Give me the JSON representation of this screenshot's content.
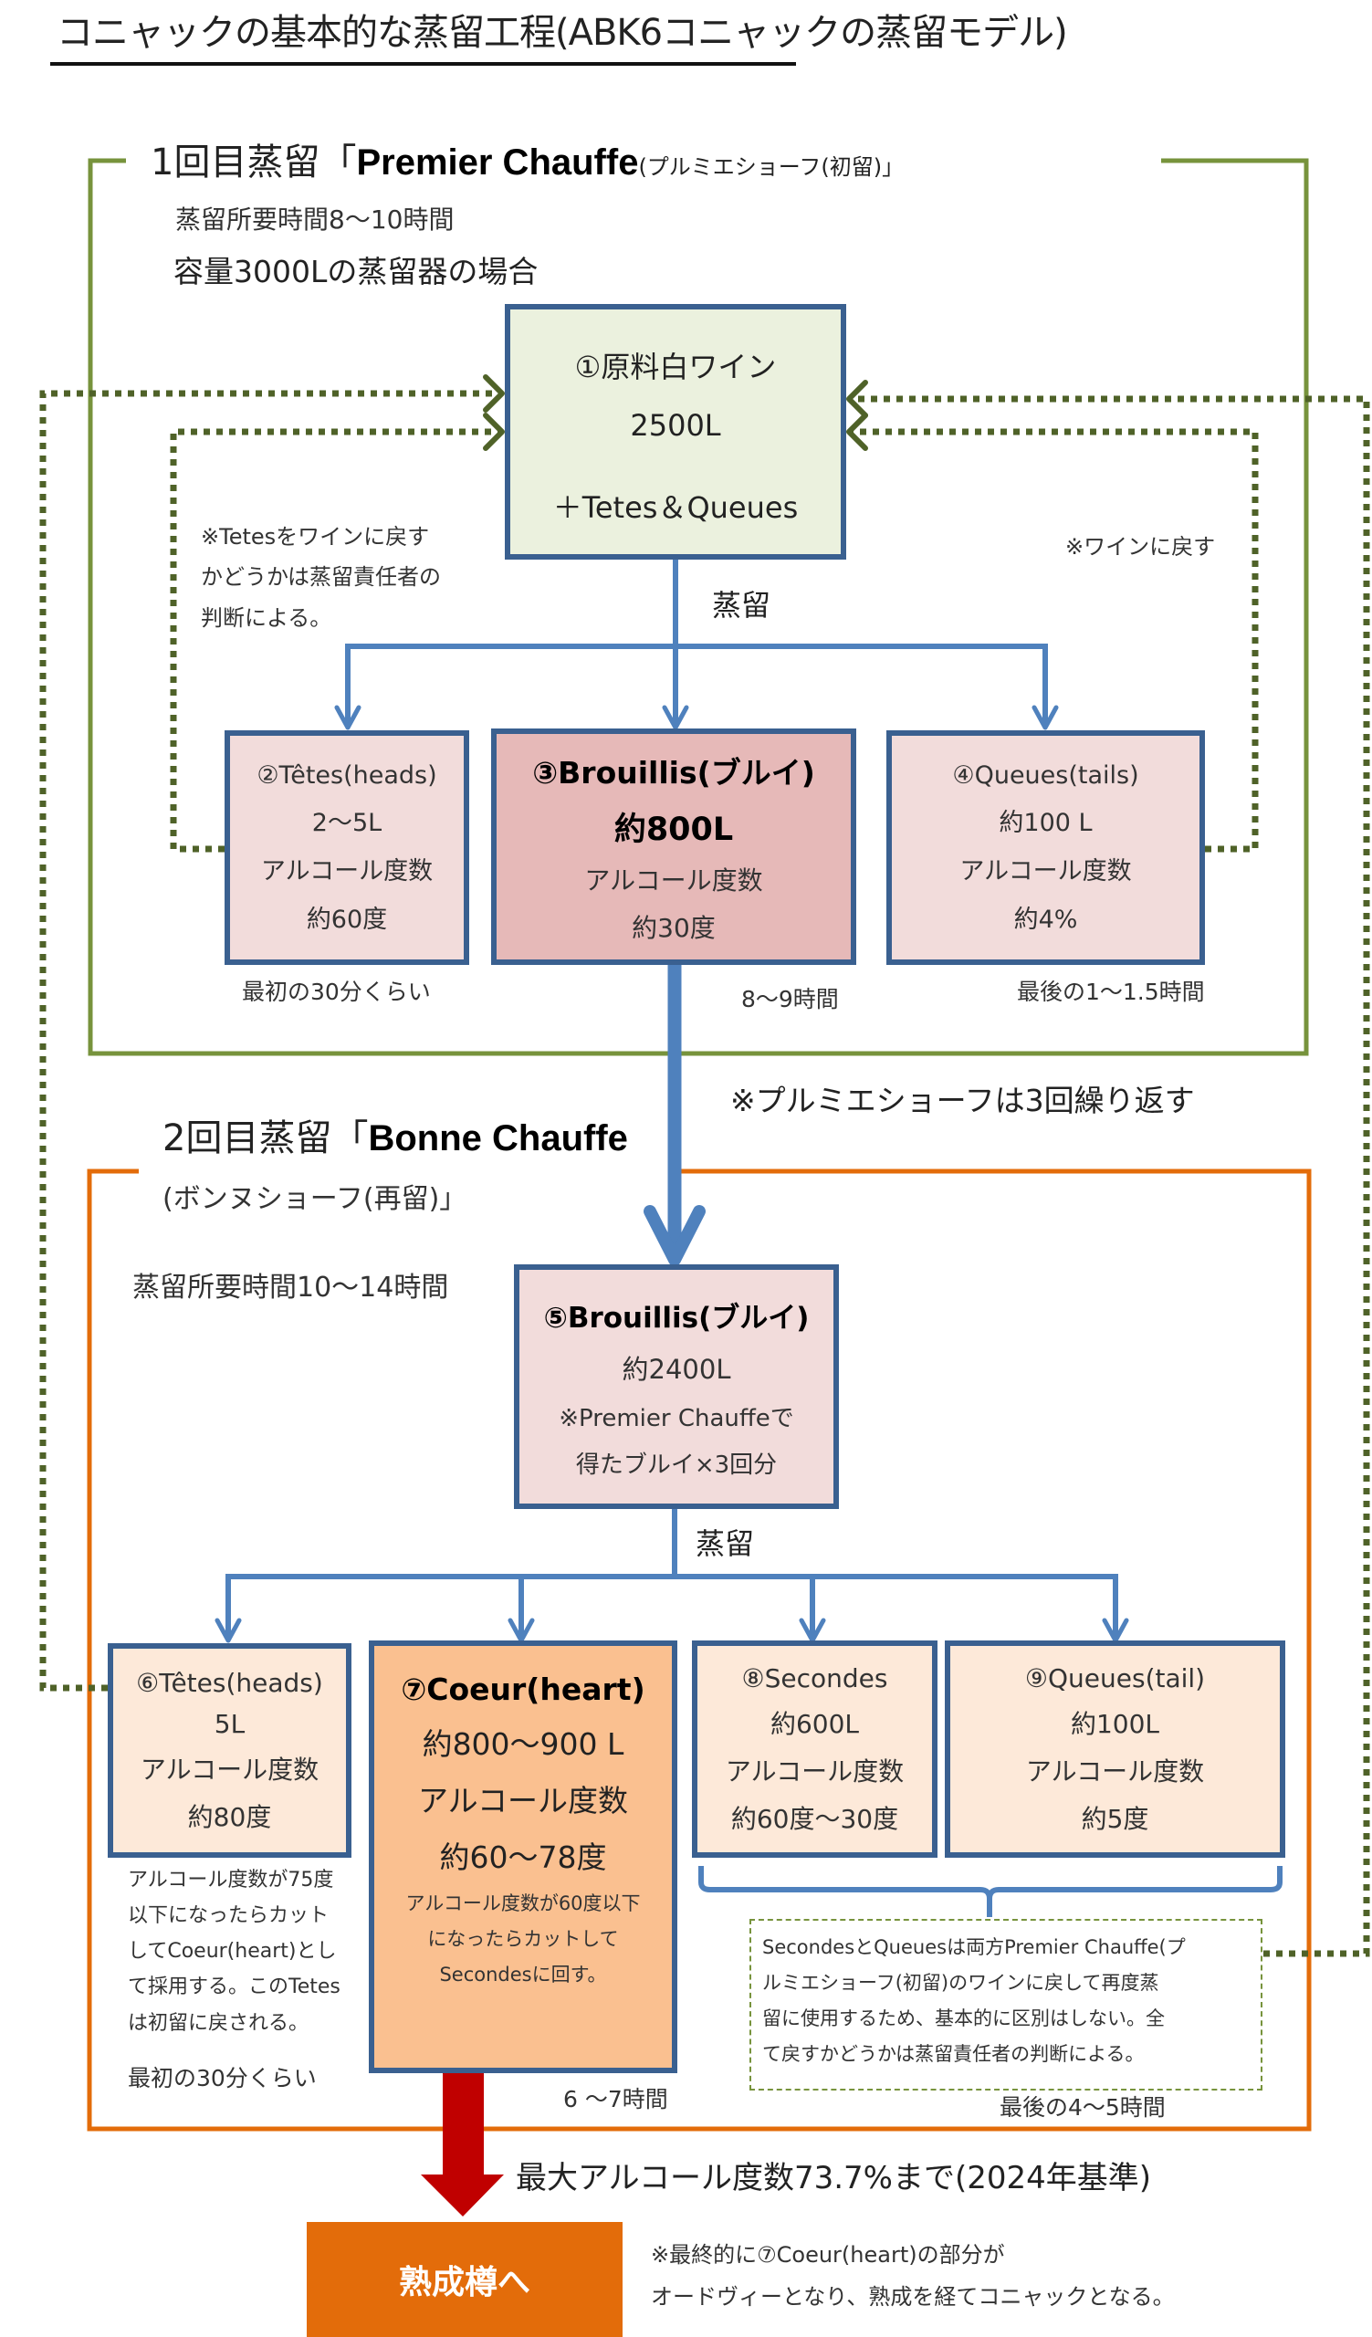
{
  "title": "コニャックの基本的な蒸留工程(ABK6コニャックの蒸留モデル)",
  "colors": {
    "first_frame": "#77933c",
    "second_frame": "#e36c0a",
    "return_dotted": "#4f6228",
    "flow_blue": "#4f81bd",
    "box_border": "#3a6090",
    "final_arrow": "#c00000",
    "barrel_box": "#e36c0a"
  },
  "first_distillation": {
    "title_prefix": "1回目蒸留「",
    "title_bold": "Premier Chauffe",
    "title_suffix": "(プルミエショーフ(初留)」",
    "duration": "蒸留所要時間8～10時間",
    "capacity": "容量3000Lの蒸留器の場合",
    "distill_label": "蒸留",
    "source_box": {
      "line1": "①原料白ワイン",
      "line2": "2500L",
      "line3": "＋Tetes＆Queues"
    },
    "left_return_note": [
      "※Tetesをワインに戻す",
      "かどうかは蒸留責任者の",
      "判断による。"
    ],
    "right_return_note": "※ワインに戻す",
    "outputs": [
      {
        "name": "②Têtes(heads)",
        "volume": "2～5L",
        "abv_label": "アルコール度数",
        "abv": "約60度",
        "timing": "最初の30分くらい"
      },
      {
        "name": "③Brouillis(ブルイ)",
        "volume": "約800L",
        "abv_label": "アルコール度数",
        "abv": "約30度",
        "timing": "8～9時間"
      },
      {
        "name": "④Queues(tails)",
        "volume": "約100 L",
        "abv_label": "アルコール度数",
        "abv": "約4%",
        "timing": "最後の1～1.5時間"
      }
    ],
    "repeat_note": "※プルミエショーフは3回繰り返す"
  },
  "second_distillation": {
    "title_prefix": "2回目蒸留「",
    "title_bold": "Bonne Chauffe",
    "title_line2": "(ボンヌショーフ(再留)」",
    "duration": "蒸留所要時間10～14時間",
    "distill_label": "蒸留",
    "source_box": {
      "name": "⑤Brouillis(ブルイ)",
      "volume": "約2400L",
      "note1": "※Premier Chauffeで",
      "note2": "得たブルイ×3回分"
    },
    "outputs": [
      {
        "name": "⑥Têtes(heads)",
        "volume": "5L",
        "abv_label": "アルコール度数",
        "abv": "約80度"
      },
      {
        "name": "⑦Coeur(heart)",
        "volume": "約800～900 L",
        "abv_label": "アルコール度数",
        "abv": "約60～78度",
        "note": [
          "アルコール度数が60度以下",
          "になったらカットして",
          "Secondesに回す。"
        ],
        "timing": "6 ～7時間"
      },
      {
        "name": "⑧Secondes",
        "volume": "約600L",
        "abv_label": "アルコール度数",
        "abv": "約60度～30度"
      },
      {
        "name": "⑨Queues(tail)",
        "volume": "約100L",
        "abv_label": "アルコール度数",
        "abv": "約5度"
      }
    ],
    "heads_note": [
      "アルコール度数が75度",
      "以下になったらカット",
      "してCoeur(heart)とし",
      "て採用する。このTetes",
      "は初留に戻される。"
    ],
    "heads_timing": "最初の30分くらい",
    "tails_note": [
      "SecondesとQueuesは両方Premier Chauffe(プ",
      "ルミエショーフ(初留)のワインに戻して再度蒸",
      "留に使用するため、基本的に区別はしない。全",
      "て戻すかどうかは蒸留責任者の判断による。"
    ],
    "tails_timing": "最後の4～5時間"
  },
  "final": {
    "max_abv_note": "最大アルコール度数73.7%まで(2024年基準)",
    "barrel_label": "熟成樽へ",
    "closing_note": [
      "※最終的に⑦Coeur(heart)の部分が",
      "オードヴィーとなり、熟成を経てコニャックとなる。"
    ]
  }
}
